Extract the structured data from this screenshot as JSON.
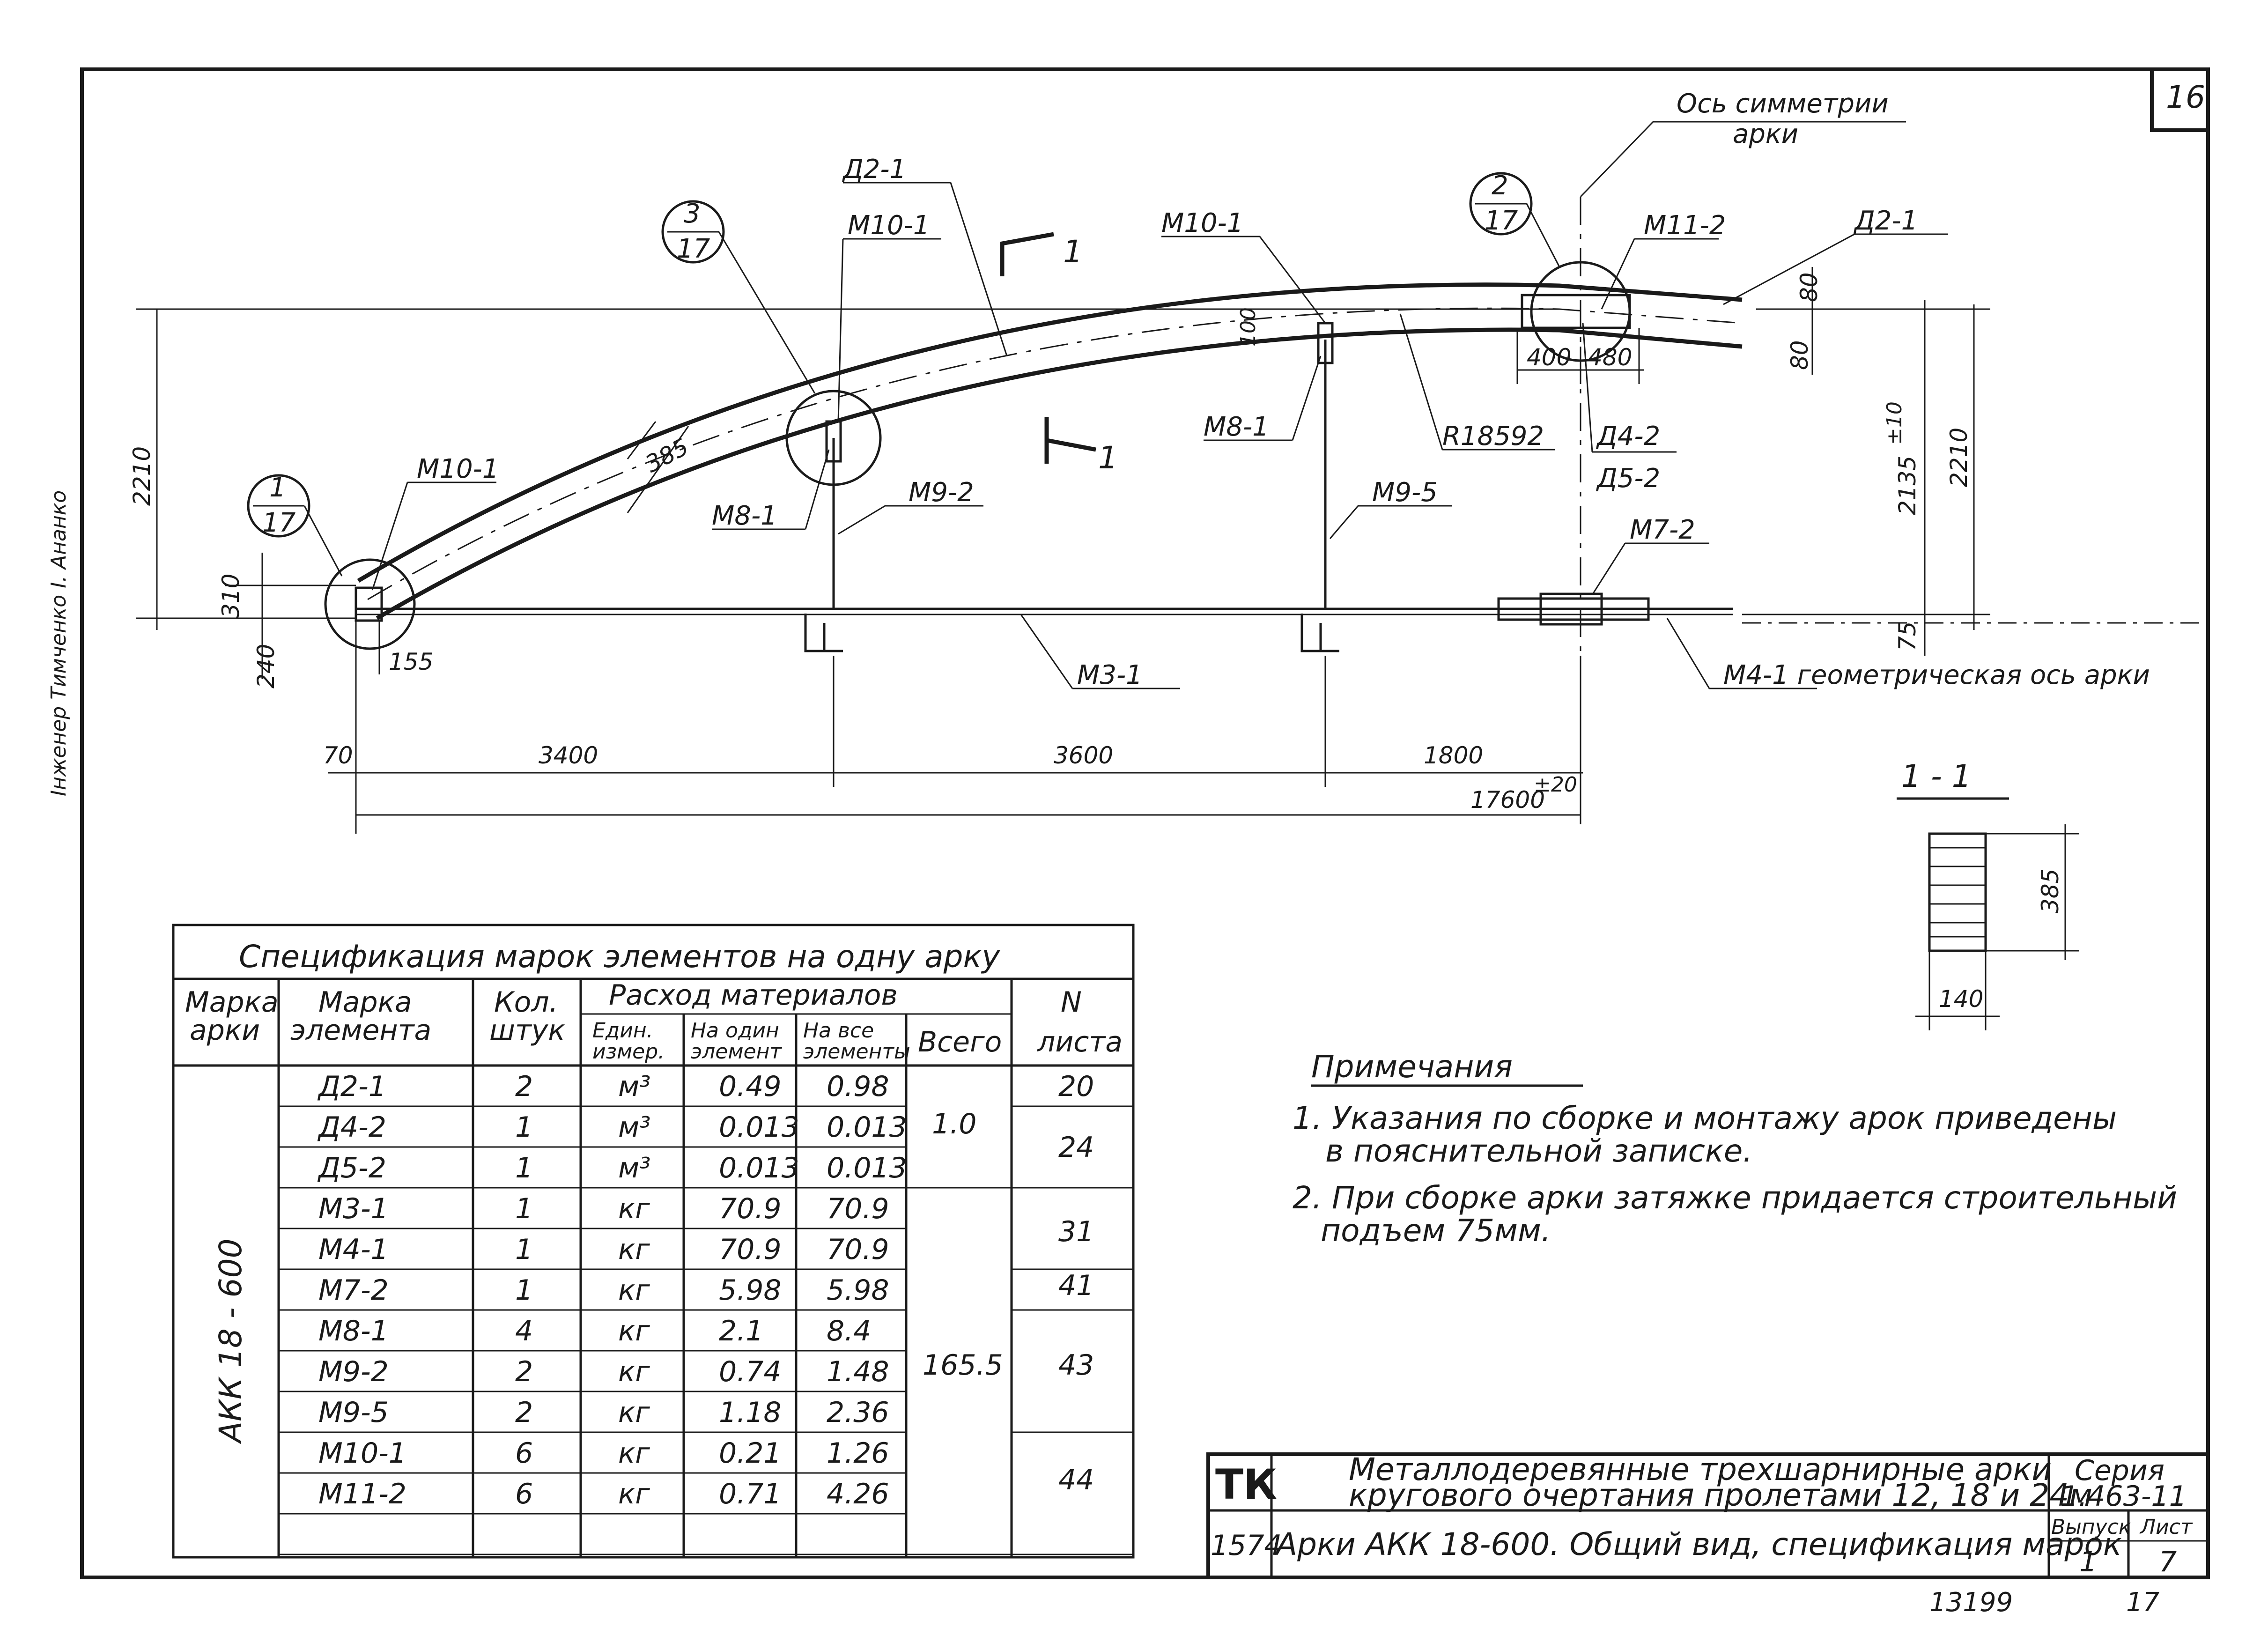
{
  "sheet": {
    "sheet_corner": "16",
    "stamp_bottom": "13199",
    "page_bottom": "17",
    "side_text": "Інженер  Тимченко  І. Ананко"
  },
  "drawing": {
    "symmetry_axis": [
      "Ось симметрии",
      "арки"
    ],
    "callouts": [
      {
        "num": "1",
        "sheet": "17"
      },
      {
        "num": "3",
        "sheet": "17"
      },
      {
        "num": "2",
        "sheet": "17"
      }
    ],
    "section_mark": "1",
    "labels": {
      "d2_1_left": "Д2-1",
      "d2_1_right": "Д2-1",
      "m10_1_a": "М10-1",
      "m10_1_b": "М10-1",
      "m10_1_c": "М10-1",
      "m11_2": "М11-2",
      "m8_1_a": "М8-1",
      "m8_1_b": "М8-1",
      "m9_2": "М9-2",
      "m9_5": "М9-5",
      "radius": "R18592",
      "d4_2": "Д4-2",
      "d5_2": "Д5-2",
      "m7_2": "М7-2",
      "m3_1": "М3-1",
      "m4_1": "М4-1 геометрическая ось арки"
    },
    "dims": {
      "h2210_left": "2210",
      "h2210_right": "2210",
      "h2135": "2135",
      "h2135_tol": "±10",
      "w385": "385",
      "d310": "310",
      "d240": "240",
      "d155": "155",
      "d100": "100",
      "d80a": "80",
      "d80b": "80",
      "d400": "400",
      "d480": "480",
      "d75": "75",
      "d70": "70",
      "d3400": "3400",
      "d3600": "3600",
      "d1800": "1800",
      "d17600": "17600",
      "d17600_tol": "±20"
    },
    "section": {
      "title": "1 - 1",
      "height": "385",
      "width": "140"
    }
  },
  "spec_table": {
    "title": "Спецификация марок элементов на одну арку",
    "headers": {
      "arch_mark": [
        "Марка",
        "арки"
      ],
      "element_mark": [
        "Марка",
        "элемента"
      ],
      "qty": [
        "Кол.",
        "штук"
      ],
      "materials": "Расход материалов",
      "unit": [
        "Един.",
        "измер."
      ],
      "per_one": [
        "На один",
        "элемент"
      ],
      "per_all": [
        "На все",
        "элементы"
      ],
      "total": "Всего",
      "sheet_no": [
        "N",
        "листа"
      ]
    },
    "arch_mark": "АКК 18 - 600",
    "rows": [
      {
        "element": "Д2-1",
        "qty": "2",
        "unit": "м³",
        "one": "0.49",
        "all": "0.98"
      },
      {
        "element": "Д4-2",
        "qty": "1",
        "unit": "м³",
        "one": "0.013",
        "all": "0.013"
      },
      {
        "element": "Д5-2",
        "qty": "1",
        "unit": "м³",
        "one": "0.013",
        "all": "0.013"
      },
      {
        "element": "М3-1",
        "qty": "1",
        "unit": "кг",
        "one": "70.9",
        "all": "70.9"
      },
      {
        "element": "М4-1",
        "qty": "1",
        "unit": "кг",
        "one": "70.9",
        "all": "70.9"
      },
      {
        "element": "М7-2",
        "qty": "1",
        "unit": "кг",
        "one": "5.98",
        "all": "5.98"
      },
      {
        "element": "М8-1",
        "qty": "4",
        "unit": "кг",
        "one": "2.1",
        "all": "8.4"
      },
      {
        "element": "М9-2",
        "qty": "2",
        "unit": "кг",
        "one": "0.74",
        "all": "1.48"
      },
      {
        "element": "М9-5",
        "qty": "2",
        "unit": "кг",
        "one": "1.18",
        "all": "2.36"
      },
      {
        "element": "М10-1",
        "qty": "6",
        "unit": "кг",
        "one": "0.21",
        "all": "1.26"
      },
      {
        "element": "М11-2",
        "qty": "6",
        "unit": "кг",
        "one": "0.71",
        "all": "4.26"
      }
    ],
    "totals": [
      "1.0",
      "165.5"
    ],
    "sheet_nos": [
      "20",
      "24",
      "31",
      "41",
      "43",
      "44"
    ]
  },
  "notes": {
    "title": "Примечания",
    "items": [
      "1. Указания по сборке и монтажу арок приведены",
      "в пояснительной записке.",
      "2. При сборке арки затяжке придается строительный",
      "подъем 75мм."
    ]
  },
  "title_block": {
    "org": "ТК",
    "desc": [
      "Металлодеревянные трехшарнирные арки",
      "кругового очертания пролетами 12, 18 и 24м"
    ],
    "series_label": "Серия",
    "series": "1.463-11",
    "code": "1574",
    "sheet_title": "Арки АКК 18-600. Общий вид, спецификация марок",
    "issue_label": "Выпуск",
    "issue": "1",
    "sheet_label": "Лист",
    "sheet": "7"
  }
}
